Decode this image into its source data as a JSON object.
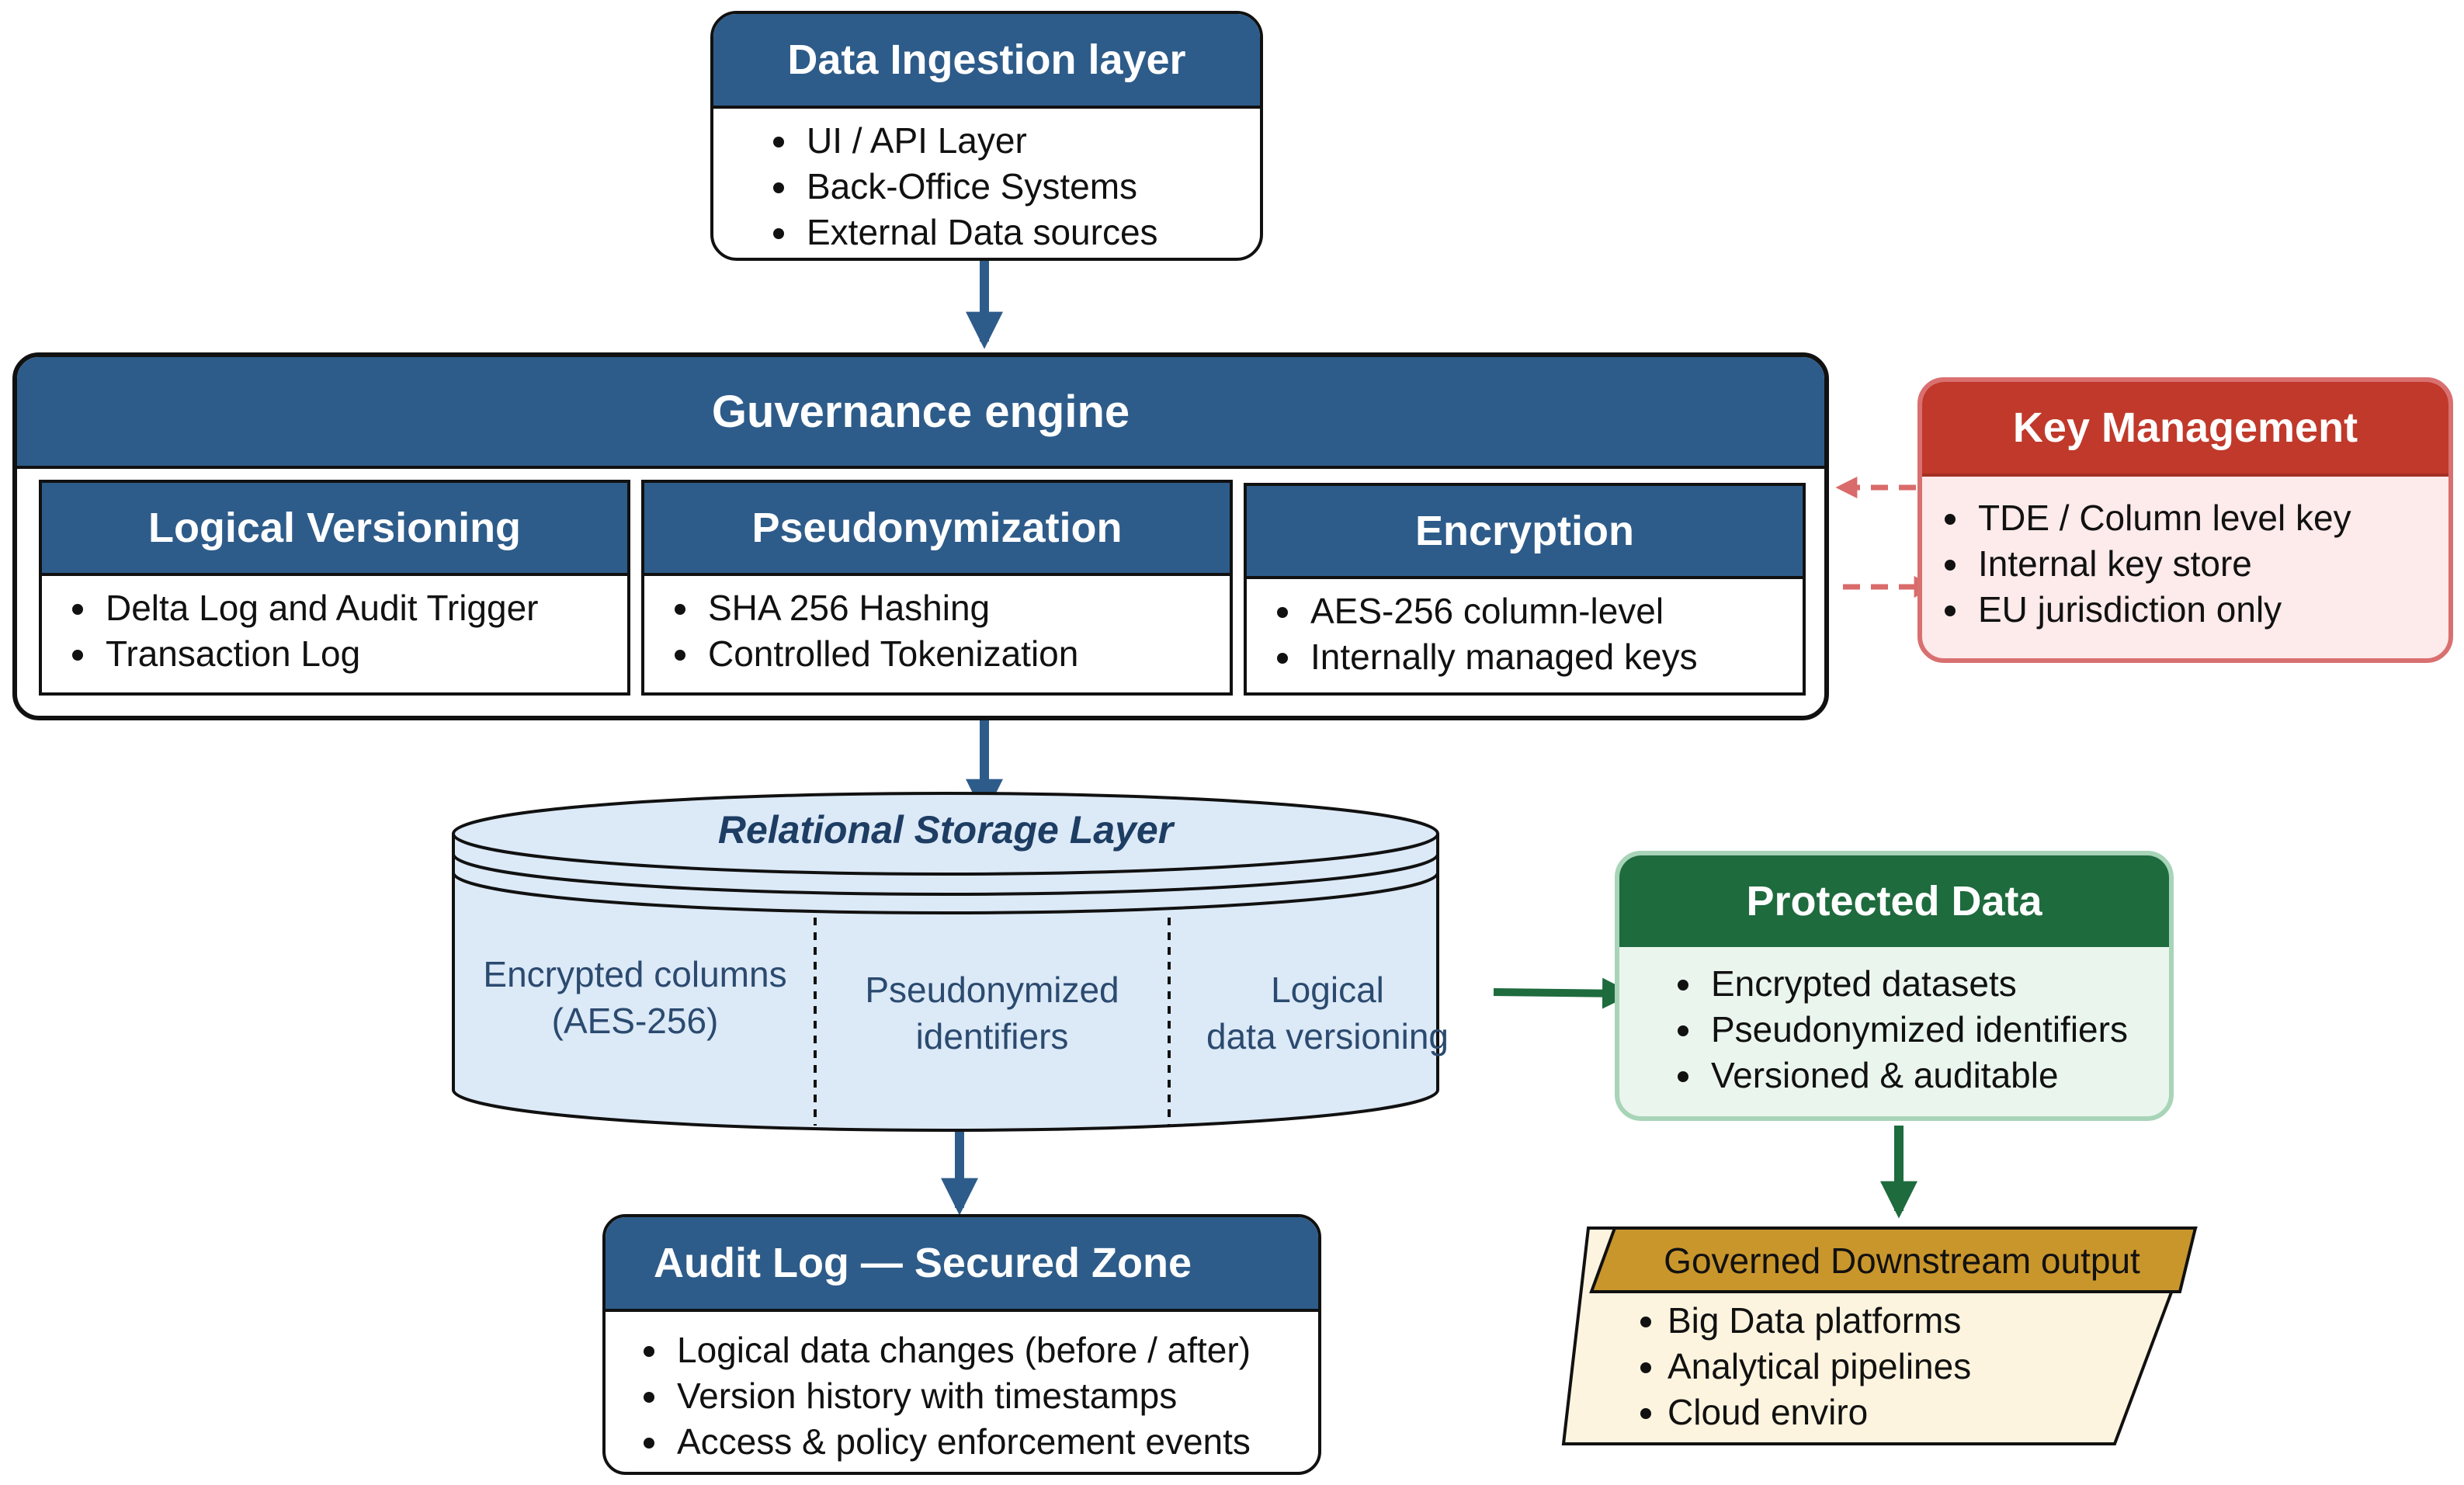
{
  "ingestion": {
    "title": "Data Ingestion layer",
    "items": [
      "UI / API Layer",
      "Back-Office Systems",
      "External Data sources"
    ]
  },
  "governance": {
    "title": "Guvernance engine",
    "modules": [
      {
        "title": "Logical Versioning",
        "items": [
          "Delta Log and Audit Trigger",
          "Transaction Log"
        ]
      },
      {
        "title": "Pseudonymization",
        "items": [
          "SHA 256 Hashing",
          "Controlled Tokenization"
        ]
      },
      {
        "title": "Encryption",
        "items": [
          "AES-256 column-level",
          "Internally managed keys"
        ]
      }
    ]
  },
  "key_management": {
    "title": "Key Management",
    "items": [
      "TDE / Column level key",
      "Internal key store",
      "EU jurisdiction only"
    ]
  },
  "storage": {
    "title": "Relational Storage Layer",
    "columns": [
      {
        "line1": "Encrypted columns",
        "line2": "(AES-256)"
      },
      {
        "line1": "Pseudonymized",
        "line2": "identifiers"
      },
      {
        "line1": "Logical",
        "line2": "data versioning"
      }
    ]
  },
  "protected": {
    "title": "Protected Data",
    "items": [
      "Encrypted datasets",
      "Pseudonymized identifiers",
      "Versioned & auditable"
    ]
  },
  "audit": {
    "title": "Audit Log — Secured Zone",
    "items": [
      "Logical data changes (before / after)",
      "Version history with timestamps",
      "Access & policy enforcement events"
    ]
  },
  "downstream": {
    "title": "Governed Downstream output",
    "items": [
      "Big Data platforms",
      "Analytical pipelines",
      "Cloud enviro"
    ]
  },
  "colors": {
    "navy": "#2e5c8a",
    "red": "#c0392b",
    "green": "#1e6b3e",
    "gold": "#c9962c"
  }
}
